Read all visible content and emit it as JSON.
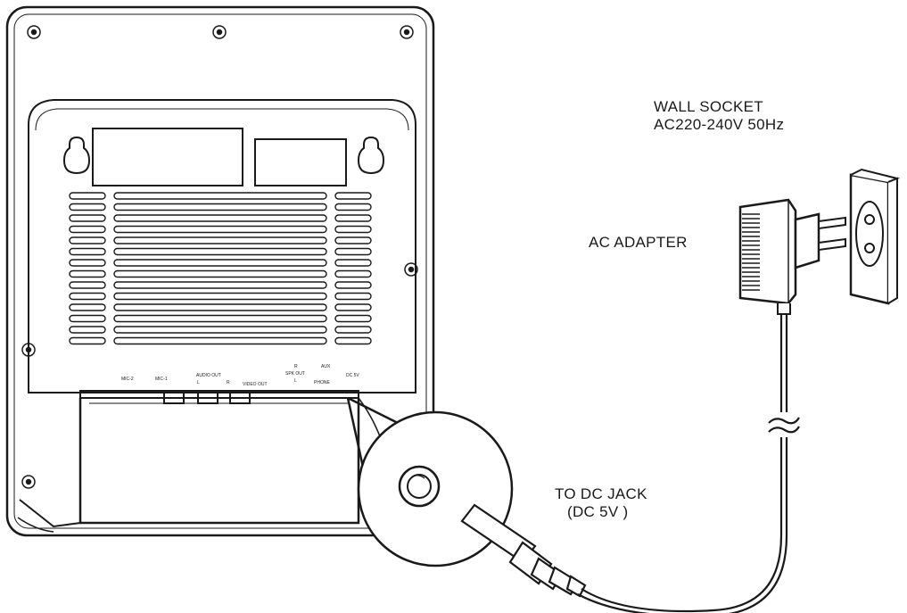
{
  "labels": {
    "wall_socket_line1": "WALL SOCKET",
    "wall_socket_line2": "AC220-240V 50Hz",
    "ac_adapter": "AC ADAPTER",
    "dc_jack_line1": "TO DC JACK",
    "dc_jack_line2": "(DC 5V )"
  },
  "ports": {
    "mic2": "MIC-2",
    "mic1": "MIC-1",
    "audio_out": "AUDIO OUT",
    "audio_l": "L",
    "audio_r": "R",
    "video_out": "VIDEO OUT",
    "spk_r": "R",
    "spk_out": "SPK OUT",
    "spk_l": "L",
    "aux": "AUX",
    "phone": "PHONE",
    "dc5v": "DC 5V"
  },
  "colors": {
    "line": "#1a1a1a",
    "background": "#ffffff"
  }
}
